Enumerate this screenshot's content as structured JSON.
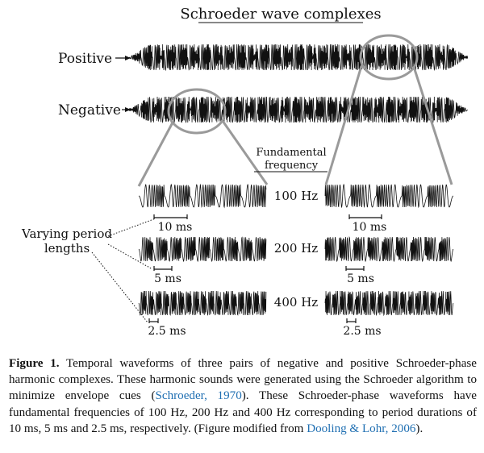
{
  "figure": {
    "title": "Schroeder wave complexes",
    "row_labels": [
      "Positive",
      "Negative"
    ],
    "fundamental_header": [
      "Fundamental",
      "frequency"
    ],
    "frequencies": [
      "100 Hz",
      "200 Hz",
      "400 Hz"
    ],
    "period_labels": [
      "10 ms",
      "5 ms",
      "2.5 ms"
    ],
    "varying_label": [
      "Varying period",
      "lengths"
    ],
    "colors": {
      "waveform": "#111111",
      "magnifier": "#9a9a9a"
    }
  },
  "caption": {
    "label": "Figure 1.",
    "text_1": " Temporal waveforms of three pairs of negative and positive Schroeder-phase harmonic complexes. These harmonic sounds were generated using the Schroeder algorithm to minimize envelope cues (",
    "ref_1": "Schroeder, 1970",
    "text_2": "). These Schroeder-phase waveforms have fundamental frequencies of 100 Hz, 200 Hz and 400 Hz corresponding to period durations of 10 ms, 5 ms and 2.5 ms, respectively. (Figure modified from ",
    "ref_2": "Dooling & Lohr, 2006",
    "text_3": ")."
  }
}
